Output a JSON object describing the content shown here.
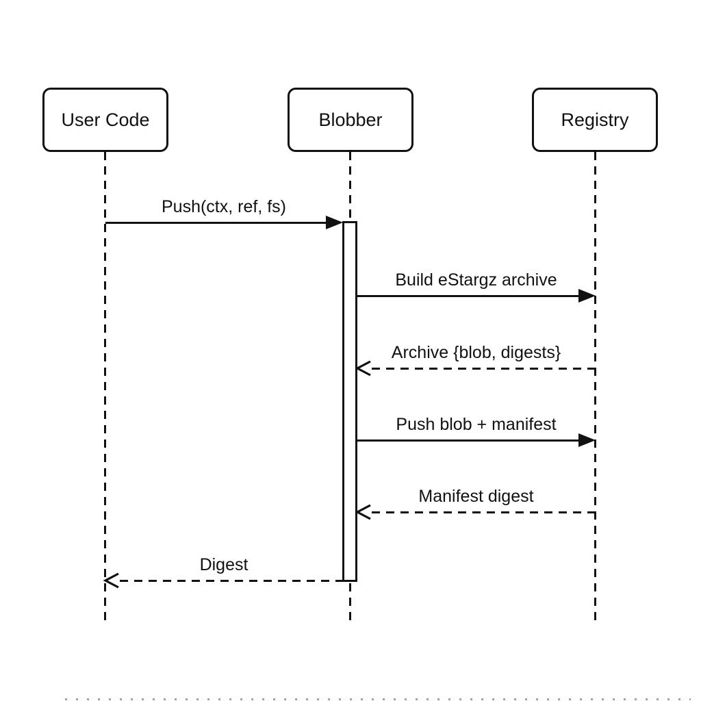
{
  "diagram": {
    "type": "sequence-diagram",
    "background_color": "#ffffff",
    "stroke_color": "#111111",
    "actors": [
      {
        "id": "user-code",
        "label": "User Code"
      },
      {
        "id": "blobber",
        "label": "Blobber"
      },
      {
        "id": "registry",
        "label": "Registry"
      }
    ],
    "messages": [
      {
        "label": "Push(ctx, ref, fs)",
        "from": "User Code",
        "to": "Blobber",
        "line_style": "solid",
        "arrowhead": "filled"
      },
      {
        "label": "Build eStargz archive",
        "from": "Blobber",
        "to": "Registry",
        "line_style": "solid",
        "arrowhead": "filled"
      },
      {
        "label": "Archive {blob, digests}",
        "from": "Registry",
        "to": "Blobber",
        "line_style": "dashed",
        "arrowhead": "open"
      },
      {
        "label": "Push blob + manifest",
        "from": "Blobber",
        "to": "Registry",
        "line_style": "solid",
        "arrowhead": "filled"
      },
      {
        "label": "Manifest digest",
        "from": "Registry",
        "to": "Blobber",
        "line_style": "dashed",
        "arrowhead": "open"
      },
      {
        "label": "Digest",
        "from": "Blobber",
        "to": "User Code",
        "line_style": "dashed",
        "arrowhead": "open"
      }
    ],
    "activation": {
      "actor": "Blobber",
      "starts_at_message": "Push(ctx, ref, fs)",
      "ends_at_message": "Digest"
    }
  }
}
